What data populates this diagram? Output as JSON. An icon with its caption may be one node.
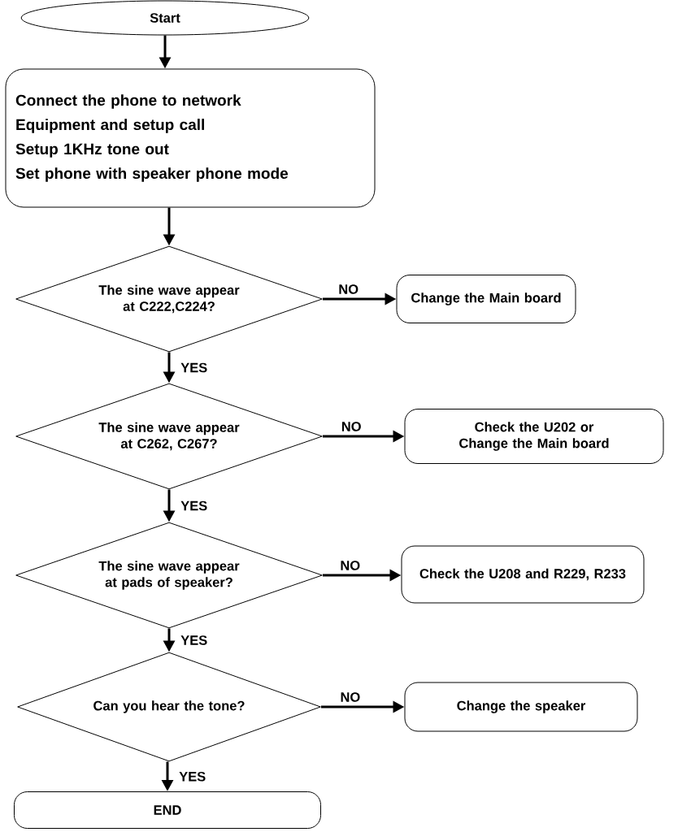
{
  "diagram": {
    "nodes": [
      {
        "text": [
          "Start"
        ]
      },
      {
        "text": [
          "Connect the phone to network",
          "Equipment and setup call",
          "Setup 1KHz tone out",
          "Set phone with speaker phone mode"
        ]
      },
      {
        "text": [
          "The sine wave appear at C222,C224?"
        ]
      },
      {
        "text": [
          "Change the Main board"
        ]
      },
      {
        "text": [
          "The sine wave appear at C262, C267?"
        ]
      },
      {
        "text": [
          "Check the U202 or Change the Main board"
        ]
      },
      {
        "text": [
          "The sine wave appear at pads of speaker?"
        ]
      },
      {
        "text": [
          "Check the U208 and R229, R233"
        ]
      },
      {
        "text": [
          "Can you hear the tone?"
        ]
      },
      {
        "text": [
          "Change the speaker"
        ]
      },
      {
        "text": [
          "END"
        ]
      }
    ],
    "edges": [
      {
        "from": 0,
        "to": 1,
        "arrow": "to"
      },
      {
        "from": 1,
        "to": 2,
        "arrow": "to"
      },
      {
        "from": 2,
        "to": 3,
        "arrow": "to",
        "label": "NO"
      },
      {
        "from": 2,
        "to": 4,
        "arrow": "to",
        "label": "YES"
      },
      {
        "from": 4,
        "to": 5,
        "arrow": "to",
        "label": "NO"
      },
      {
        "from": 4,
        "to": 6,
        "arrow": "to",
        "label": "YES"
      },
      {
        "from": 6,
        "to": 7,
        "arrow": "to",
        "label": "NO"
      },
      {
        "from": 6,
        "to": 8,
        "arrow": "to",
        "label": "YES"
      },
      {
        "from": 8,
        "to": 9,
        "arrow": "to",
        "label": "NO"
      },
      {
        "from": 8,
        "to": 10,
        "arrow": "to",
        "label": "YES"
      }
    ]
  }
}
